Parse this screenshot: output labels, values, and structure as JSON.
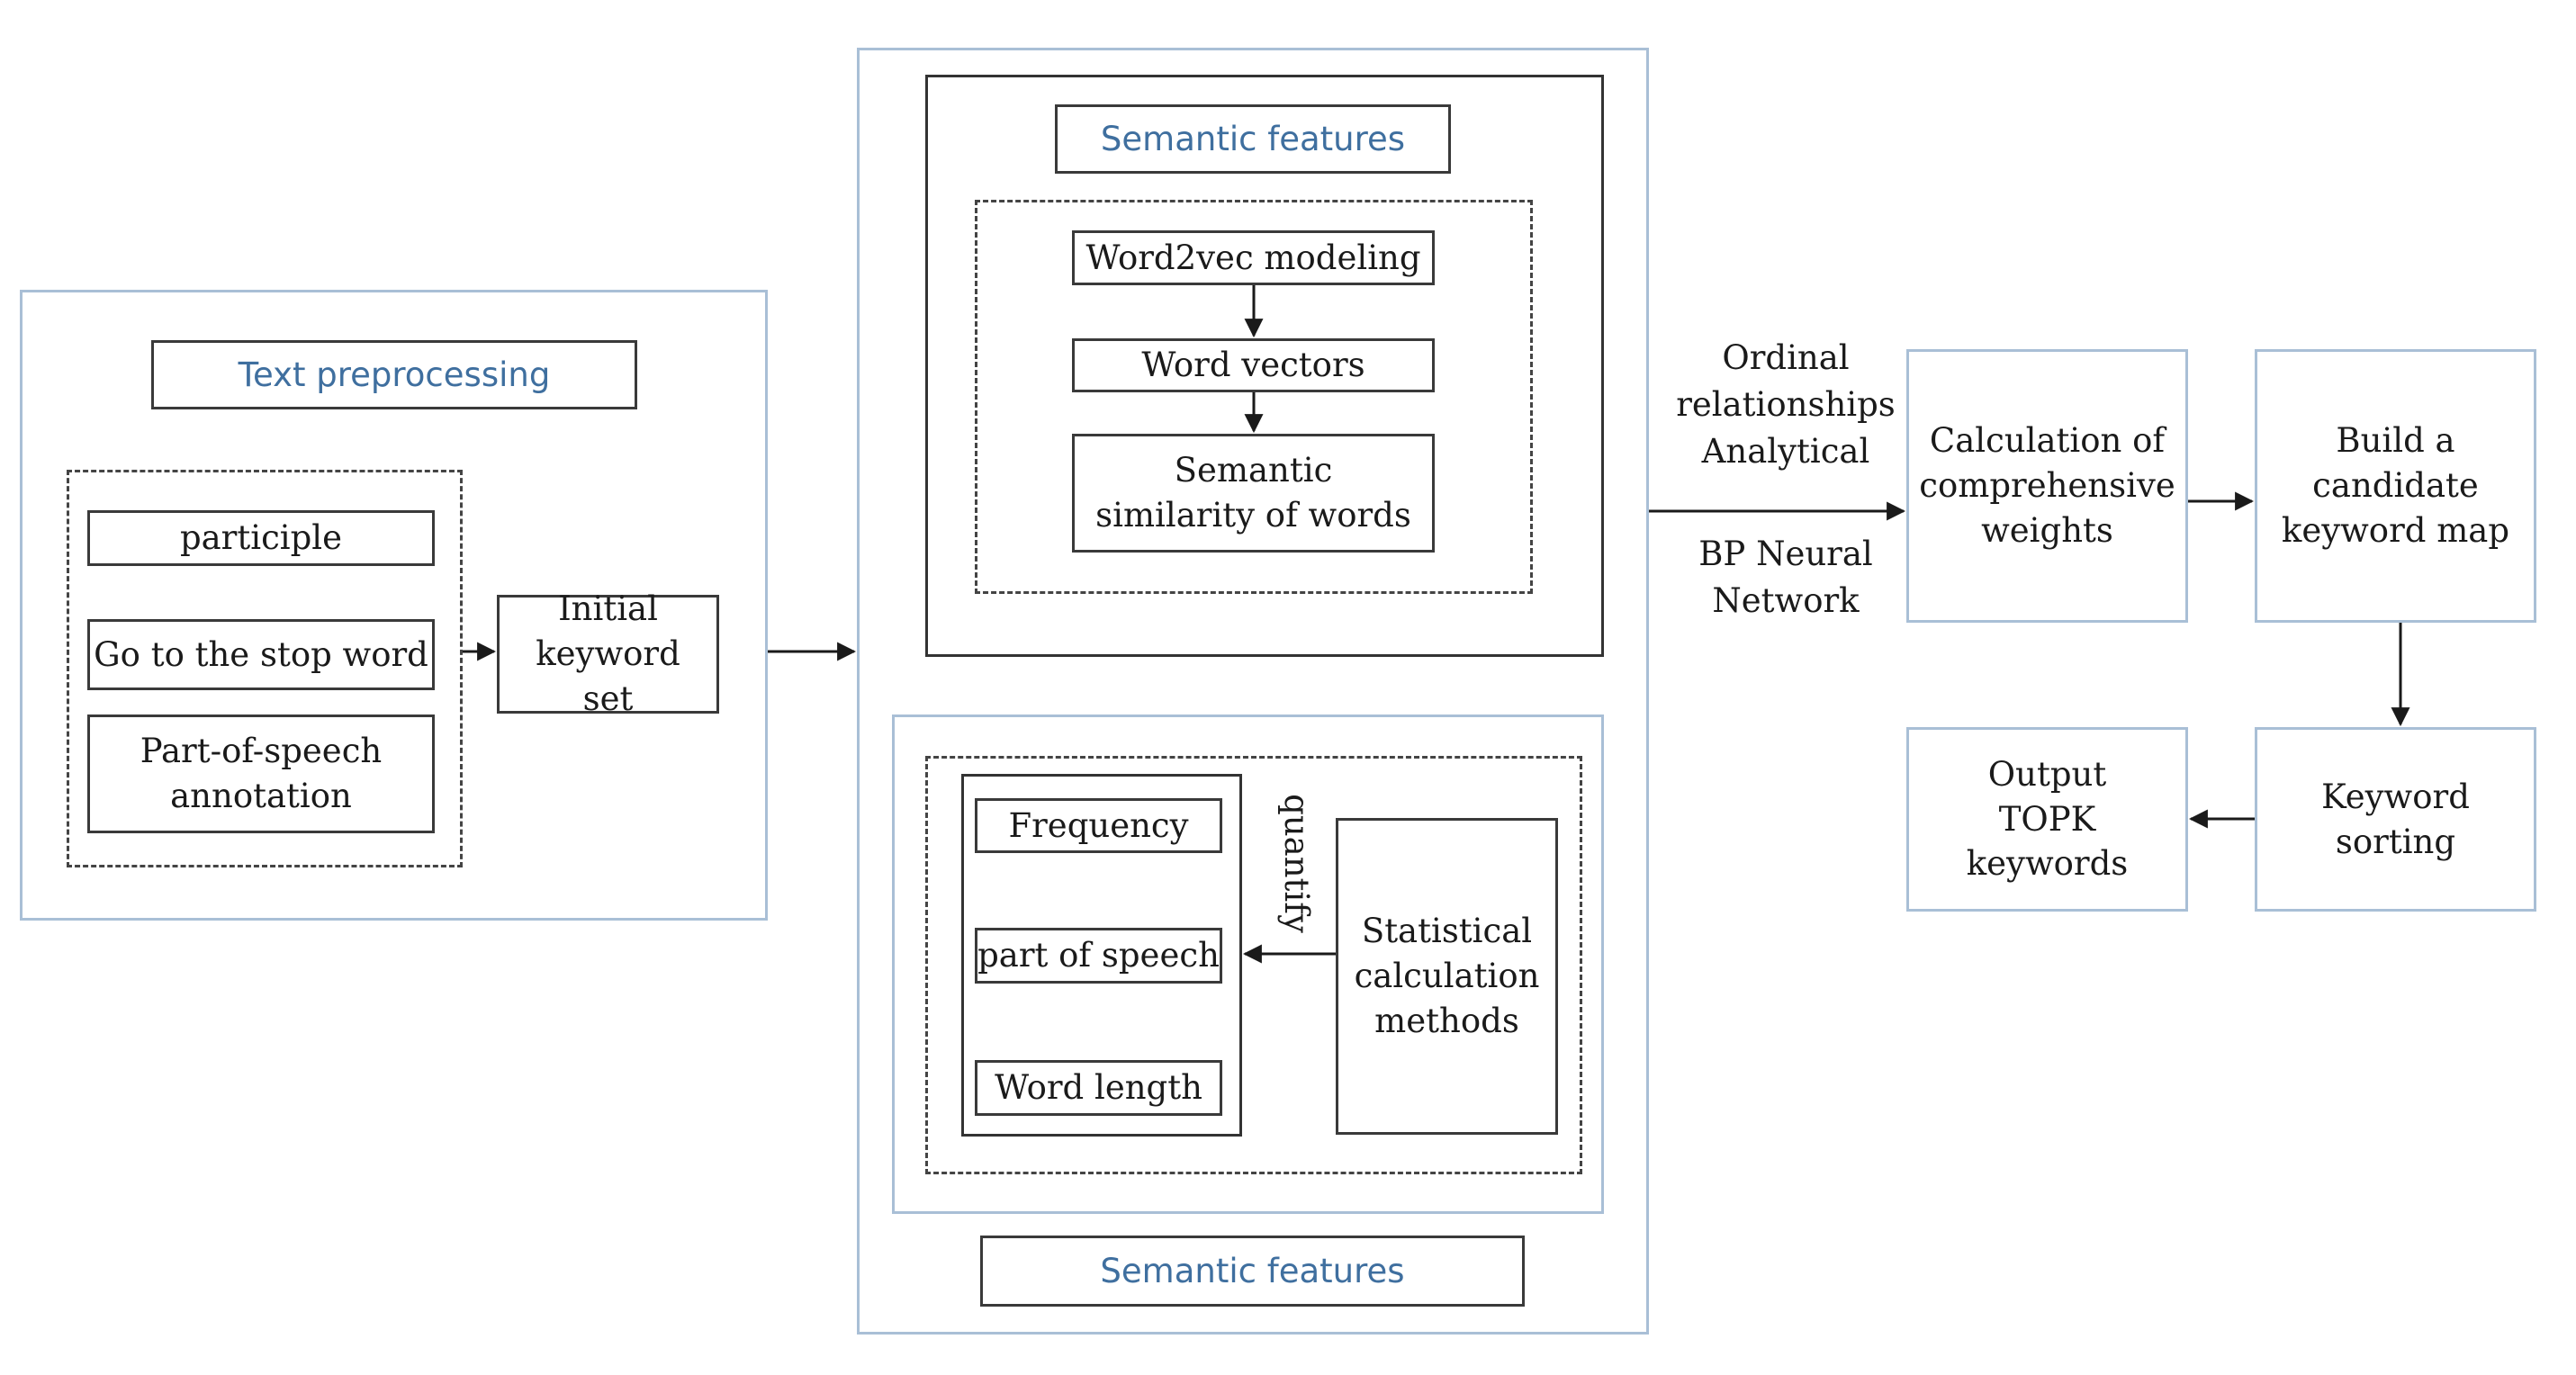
{
  "colors": {
    "frame_blue": "#a9bfd6",
    "heading_text": "#3f6f9f",
    "line": "#1a1a1a"
  },
  "text_preprocessing": {
    "title": "Text preprocessing",
    "steps": [
      "participle",
      "Go to the stop word",
      "Part-of-speech annotation"
    ],
    "output": "Initial keyword set"
  },
  "semantic_top": {
    "title": "Semantic features",
    "steps": [
      "Word2vec modeling",
      "Word vectors",
      "Semantic similarity of words"
    ]
  },
  "semantic_bottom": {
    "title": "Semantic features",
    "features": [
      "Frequency",
      "part of speech",
      "Word length"
    ],
    "method": "Statistical calculation methods",
    "arrow_label": "quantify"
  },
  "middle_labels": {
    "above": "Ordinal relationships Analytical",
    "below": "BP Neural Network"
  },
  "right_flow": {
    "weights": "Calculation of comprehensive weights",
    "map": "Build a candidate keyword map",
    "sorting": "Keyword sorting",
    "output": "Output TOPK keywords"
  }
}
